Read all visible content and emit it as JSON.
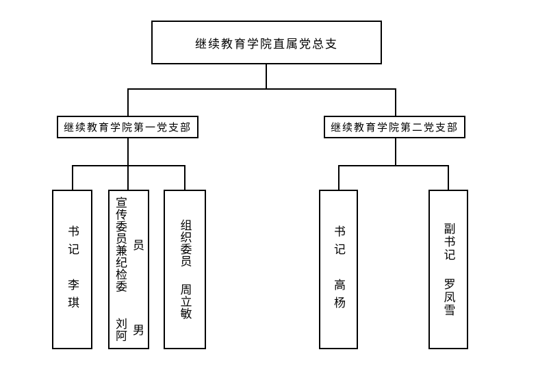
{
  "page": {
    "background_color": "#ffffff",
    "line_color": "#000000",
    "text_color": "#000000"
  },
  "org_chart": {
    "root": {
      "label": "继续教育学院直属党总支"
    },
    "branches": [
      {
        "label": "继续教育学院第一党支部",
        "members": [
          {
            "title": "书记",
            "name": "李琪"
          },
          {
            "title": "宣传委员兼纪检委员",
            "name": "刘阿男"
          },
          {
            "title": "组织委员",
            "name": "周立敏"
          }
        ]
      },
      {
        "label": "继续教育学院第二党支部",
        "members": [
          {
            "title": "书记",
            "name": "高杨"
          },
          {
            "title": "副书记",
            "name": "罗凤雪"
          }
        ]
      }
    ]
  }
}
